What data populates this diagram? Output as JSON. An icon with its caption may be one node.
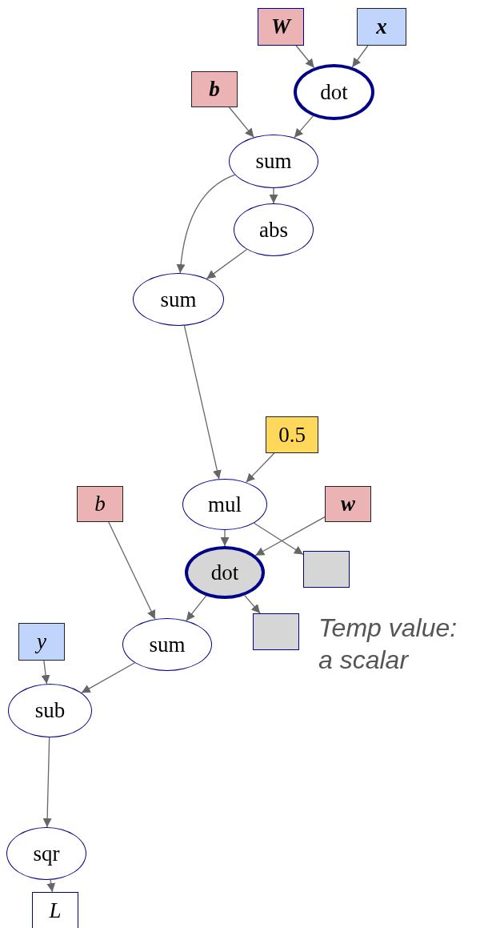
{
  "diagram": {
    "nodes": [
      {
        "text": [
          "W"
        ]
      },
      {
        "text": [
          "x"
        ]
      },
      {
        "text": [
          "b"
        ]
      },
      {
        "text": [
          "dot"
        ]
      },
      {
        "text": [
          "sum"
        ]
      },
      {
        "text": [
          "abs"
        ]
      },
      {
        "text": [
          "sum"
        ]
      },
      {
        "text": [
          "0.5"
        ]
      },
      {
        "text": [
          "b"
        ]
      },
      {
        "text": [
          "mul"
        ]
      },
      {
        "text": [
          "w"
        ]
      },
      {
        "text": [
          "dot"
        ]
      },
      {
        "text": [],
        "shape": "box"
      },
      {
        "text": [
          "sum"
        ]
      },
      {
        "text": [
          "y"
        ]
      },
      {
        "text": [],
        "shape": "box",
        "beside": [
          "Temp value: a scalar"
        ]
      },
      {
        "text": [
          "sub"
        ]
      },
      {
        "text": [
          "sqr"
        ]
      },
      {
        "text": [
          "L"
        ]
      }
    ],
    "edges": [
      {
        "from": 0,
        "to": 3,
        "arrow": "to"
      },
      {
        "from": 1,
        "to": 3,
        "arrow": "to"
      },
      {
        "from": 2,
        "to": 4,
        "arrow": "to"
      },
      {
        "from": 3,
        "to": 4,
        "arrow": "to"
      },
      {
        "from": 4,
        "to": 5,
        "arrow": "to"
      },
      {
        "from": 4,
        "to": 6,
        "arrow": "to"
      },
      {
        "from": 5,
        "to": 6,
        "arrow": "to"
      },
      {
        "from": 6,
        "to": 9,
        "arrow": "to"
      },
      {
        "from": 7,
        "to": 9,
        "arrow": "to"
      },
      {
        "from": 9,
        "to": 11,
        "arrow": "to"
      },
      {
        "from": 10,
        "to": 11,
        "arrow": "to"
      },
      {
        "from": 9,
        "to": 12,
        "arrow": "to"
      },
      {
        "from": 11,
        "to": 13,
        "arrow": "to"
      },
      {
        "from": 11,
        "to": 15,
        "arrow": "to"
      },
      {
        "from": 8,
        "to": 13,
        "arrow": "to"
      },
      {
        "from": 14,
        "to": 16,
        "arrow": "to"
      },
      {
        "from": 13,
        "to": 16,
        "arrow": "to"
      },
      {
        "from": 16,
        "to": 17,
        "arrow": "to"
      },
      {
        "from": 17,
        "to": 18,
        "arrow": "to"
      }
    ]
  }
}
